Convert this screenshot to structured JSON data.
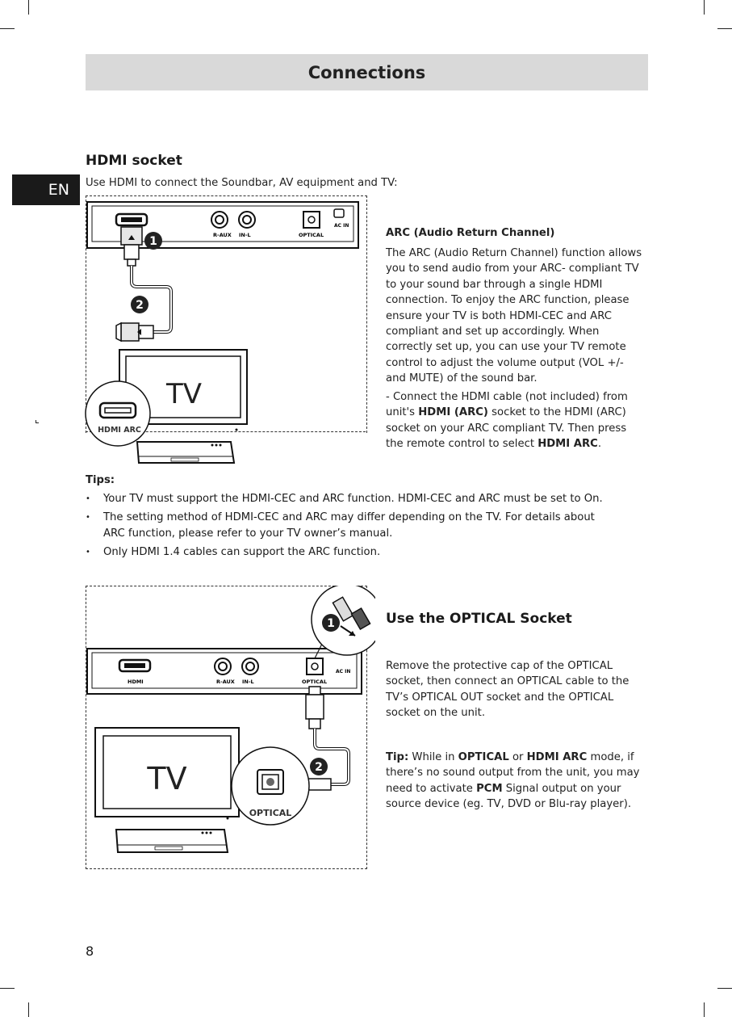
{
  "header": {
    "title": "Connections"
  },
  "lang_tab": "EN",
  "hdmi_section": {
    "heading": "HDMI socket",
    "intro": "Use HDMI to connect the Soundbar, AV equipment and TV:",
    "arc_heading": "ARC (Audio Return Channel)",
    "arc_paragraph": "The ARC (Audio Return Channel) function allows you to send audio from your ARC- compliant TV to your sound bar through a single HDMI connection. To enjoy the ARC function, please ensure your TV is both HDMI-CEC and ARC compliant and set up accordingly. When correctly set up, you can use your TV remote control to adjust the volume output (VOL +/- and MUTE) of the sound bar.",
    "connect_pre": "- Connect the HDMI cable (not included) from unit's ",
    "connect_bold1": "HDMI (ARC)",
    "connect_mid": " socket to the HDMI (ARC) socket on your ARC compliant TV. Then press the remote control to select ",
    "connect_bold2": "HDMI ARC",
    "connect_end": "."
  },
  "diagram1": {
    "panel_labels": {
      "r_aux": "R-AUX",
      "in_l": "IN-L",
      "optical": "OPTICAL",
      "ac_in": "AC IN"
    },
    "step1": "1",
    "step2": "2",
    "tv_label": "TV",
    "hdmi_arc_label": "HDMI ARC"
  },
  "tips": {
    "heading": "Tips:",
    "items": [
      "Your TV must support the HDMI-CEC and ARC function. HDMI-CEC and ARC must be set to On.",
      "The setting method of HDMI-CEC and ARC may differ depending on the TV. For details about ARC function, please refer to your TV owner’s manual.",
      "Only HDMI 1.4 cables can support the ARC function."
    ]
  },
  "optical_section": {
    "heading": "Use the OPTICAL Socket",
    "paragraph": "Remove the protective cap of the OPTICAL socket, then connect an OPTICAL cable to the TV’s OPTICAL OUT socket and the OPTICAL socket on the unit.",
    "tip_label": "Tip:",
    "tip_pre": " While in ",
    "tip_bold1": "OPTICAL",
    "tip_or": " or ",
    "tip_bold2": "HDMI ARC",
    "tip_mid": " mode, if there’s no sound output from the unit, you may need to activate ",
    "tip_bold3": "PCM",
    "tip_end": " Signal output on your source device (eg. TV, DVD or Blu-ray player)."
  },
  "diagram2": {
    "panel_labels": {
      "hdmi": "HDMI",
      "r_aux": "R-AUX",
      "in_l": "IN-L",
      "optical": "OPTICAL",
      "ac_in": "AC IN"
    },
    "step1": "1",
    "step2": "2",
    "tv_label": "TV",
    "optical_label": "OPTICAL"
  },
  "page_number": "8"
}
